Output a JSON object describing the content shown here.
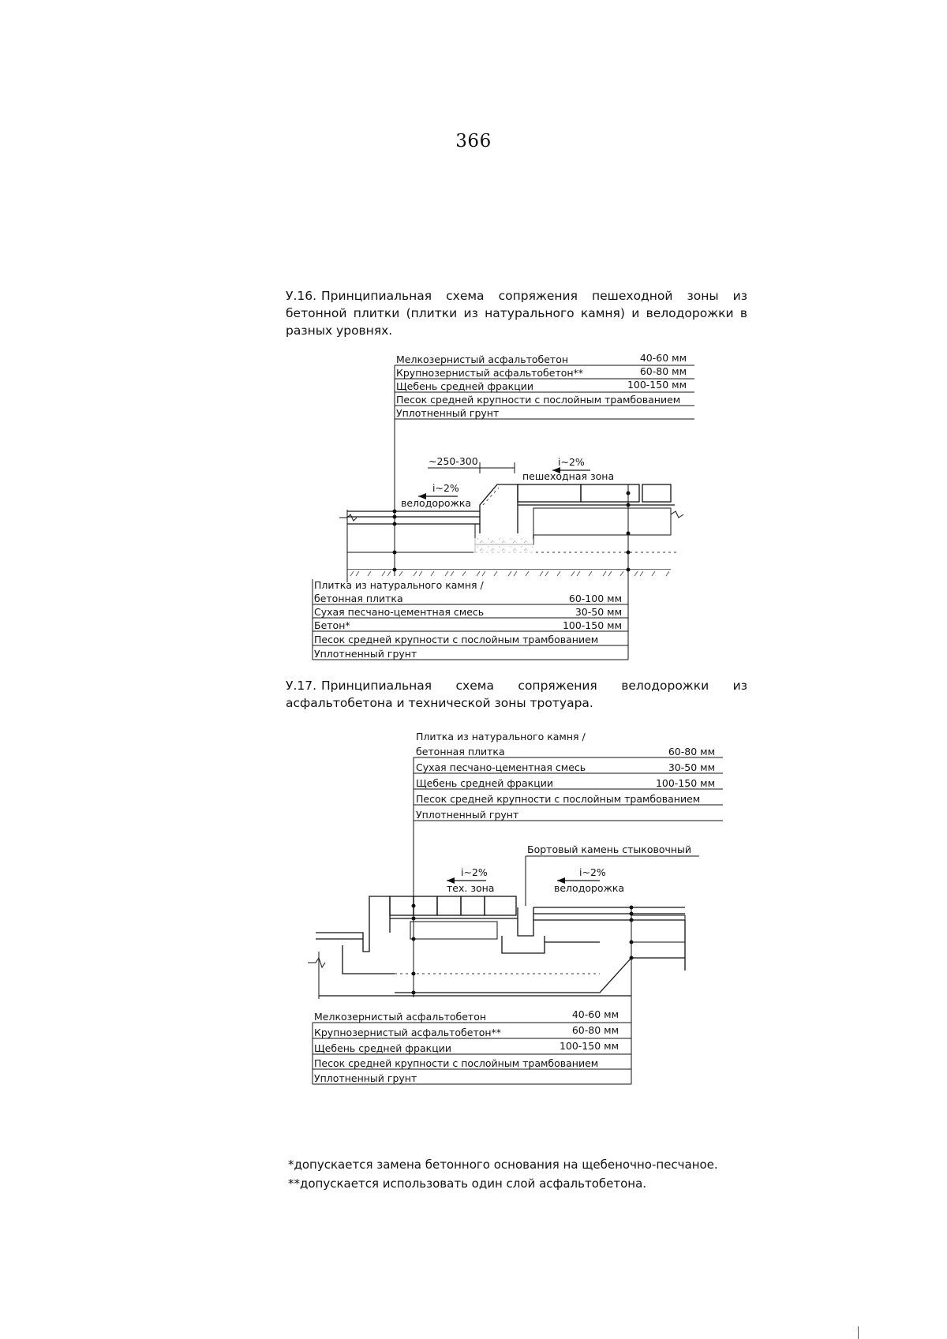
{
  "page_number": "366",
  "figure_16": {
    "number": "У.16.",
    "caption": "Принципиальная схема сопряжения пешеходной зоны из бетонной плитки (плитки из натурального камня) и велодорожки в разных уровнях.",
    "top_layers": [
      {
        "label": "Мелкозернистый асфальтобетон",
        "value": "40-60 мм"
      },
      {
        "label": "Крупнозернистый асфальтобетон**",
        "value": "60-80 мм"
      },
      {
        "label": "Щебень средней фракции",
        "value": "100-150 мм"
      },
      {
        "label": "Песок средней крупности с послойным трамбованием",
        "value": ""
      },
      {
        "label": "Уплотненный грунт",
        "value": ""
      }
    ],
    "dim_label": "~250-300",
    "slope_left": "i~2%",
    "zone_left": "велодорожка",
    "slope_right": "i~2%",
    "zone_right": "пешеходная зона",
    "bottom_layers": [
      {
        "label": "Плитка из натурального камня /",
        "value": ""
      },
      {
        "label": "бетонная плитка",
        "value": "60-100 мм"
      },
      {
        "label": "Сухая песчано-цементная смесь",
        "value": "30-50 мм"
      },
      {
        "label": "Бетон*",
        "value": "100-150 мм"
      },
      {
        "label": "Песок средней крупности с послойным трамбованием",
        "value": ""
      },
      {
        "label": "Уплотненный грунт",
        "value": ""
      }
    ]
  },
  "figure_17": {
    "number": "У.17.",
    "caption": "Принципиальная схема сопряжения велодорожки из асфальтобетона и технической зоны тротуара.",
    "top_layers": [
      {
        "label": "Плитка из натурального камня /",
        "value": ""
      },
      {
        "label": "бетонная плитка",
        "value": "60-80 мм"
      },
      {
        "label": "Сухая песчано-цементная смесь",
        "value": "30-50 мм"
      },
      {
        "label": "Щебень средней фракции",
        "value": "100-150 мм"
      },
      {
        "label": "Песок средней крупности с послойным трамбованием",
        "value": ""
      },
      {
        "label": "Уплотненный грунт",
        "value": ""
      }
    ],
    "curb_label": "Бортовый камень стыковочный",
    "slope_left": "i~2%",
    "zone_left": "тех. зона",
    "slope_right": "i~2%",
    "zone_right": "велодорожка",
    "bottom_layers": [
      {
        "label": "Мелкозернистый асфальтобетон",
        "value": "40-60 мм"
      },
      {
        "label": "Крупнозернистый асфальтобетон**",
        "value": "60-80 мм"
      },
      {
        "label": "Щебень средней фракции",
        "value": "100-150 мм"
      },
      {
        "label": "Песок средней крупности с послойным трамбованием",
        "value": ""
      },
      {
        "label": "Уплотненный грунт",
        "value": ""
      }
    ]
  },
  "footnotes": [
    "*допускается замена бетонного основания на щебеночно-песчаное.",
    "**допускается использовать один слой асфальтобетона."
  ]
}
